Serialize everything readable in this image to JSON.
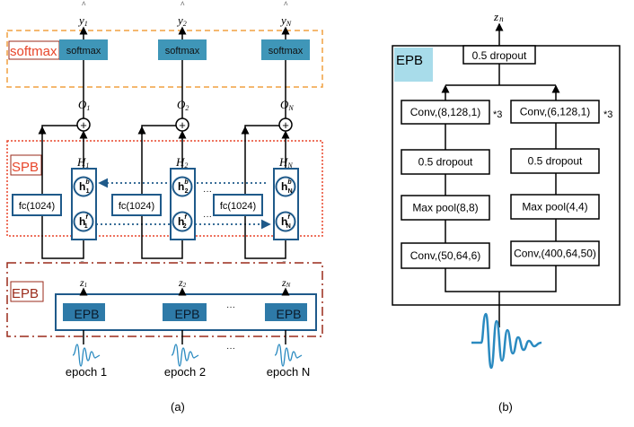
{
  "panel_a": {
    "caption": "(a)",
    "softmax_group_label": "softmax",
    "spb_group_label": "SPB",
    "epb_group_label": "EPB",
    "columns": [
      {
        "output": "y",
        "output_sub": "1",
        "softmax": "softmax",
        "o": "O",
        "o_sub": "1",
        "h": "H",
        "h_sub": "1",
        "hb": "h",
        "hb_sub": "1",
        "hf": "h",
        "hf_sub": "1",
        "fc": "fc(1024)",
        "z": "z",
        "z_sub": "1",
        "epb": "EPB",
        "epoch": "epoch 1"
      },
      {
        "output": "y",
        "output_sub": "2",
        "softmax": "softmax",
        "o": "O",
        "o_sub": "2",
        "h": "H",
        "h_sub": "2",
        "hb": "h",
        "hb_sub": "2",
        "hf": "h",
        "hf_sub": "2",
        "fc": "fc(1024)",
        "z": "z",
        "z_sub": "2",
        "epb": "EPB",
        "epoch": "epoch 2"
      },
      {
        "output": "y",
        "output_sub": "N",
        "softmax": "softmax",
        "o": "O",
        "o_sub": "N",
        "h": "H",
        "h_sub": "N",
        "hb": "h",
        "hb_sub": "N",
        "hf": "h",
        "hf_sub": "N",
        "fc": "fc(1024)",
        "z": "z",
        "z_sub": "N",
        "epb": "EPB",
        "epoch": "epoch N"
      }
    ],
    "hat": "^",
    "bar": "‾",
    "plus": "+",
    "sup_b": "b",
    "sup_f": "f",
    "ellipsis": "···"
  },
  "panel_b": {
    "caption": "(b)",
    "output": "z",
    "output_sub": "n",
    "block_label": "EPB",
    "top_dropout": "0.5 dropout",
    "left": [
      "Conv,(8,128,1)",
      "0.5 dropout",
      "Max pool(8,8)",
      "Conv,(50,64,6)"
    ],
    "right": [
      "Conv,(6,128,1)",
      "0.5 dropout",
      "Max pool(4,4)",
      "Conv,(400,64,50)"
    ],
    "repeat": "*3"
  },
  "colors": {
    "softmax_box": "#3f96b8",
    "epb_box": "#2e7aa8",
    "blue_outline": "#1f5a8a",
    "orange": "#f0a040",
    "red": "#e8452a",
    "darkred": "#9a2a1a",
    "epb_label_bg": "#a8dcea",
    "wave": "#2a8ac0"
  }
}
